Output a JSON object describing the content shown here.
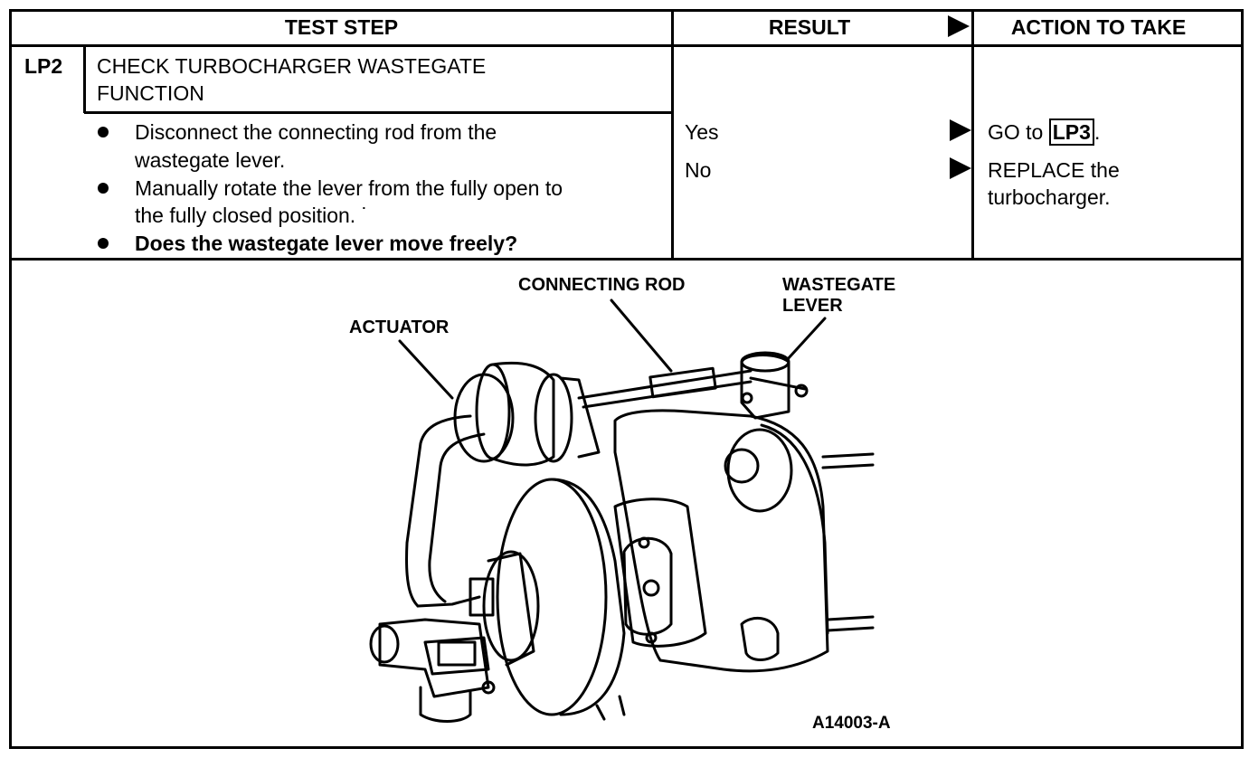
{
  "header": {
    "test_step": "TEST STEP",
    "result": "RESULT",
    "action": "ACTION TO TAKE"
  },
  "step": {
    "id": "LP2",
    "title_line1": "CHECK TURBOCHARGER WASTEGATE",
    "title_line2": "FUNCTION",
    "bullets": [
      {
        "line1": "Disconnect the connecting rod from the",
        "line2": "wastegate lever."
      },
      {
        "line1": "Manually rotate the lever from the fully open to",
        "line2": "the fully closed position. ˙"
      },
      {
        "line1": "Does the wastegate lever move freely?"
      }
    ]
  },
  "results": [
    {
      "result": "Yes",
      "action_prefix": "GO to ",
      "action_ref": "LP3",
      "action_suffix": "."
    },
    {
      "result": "No",
      "action_line1": "REPLACE the",
      "action_line2": "turbocharger."
    }
  ],
  "figure": {
    "label_connecting_rod": "CONNECTING ROD",
    "label_wastegate_line1": "WASTEGATE",
    "label_wastegate_line2": "LEVER",
    "label_actuator": "ACTUATOR",
    "figure_id": "A14003-A"
  }
}
